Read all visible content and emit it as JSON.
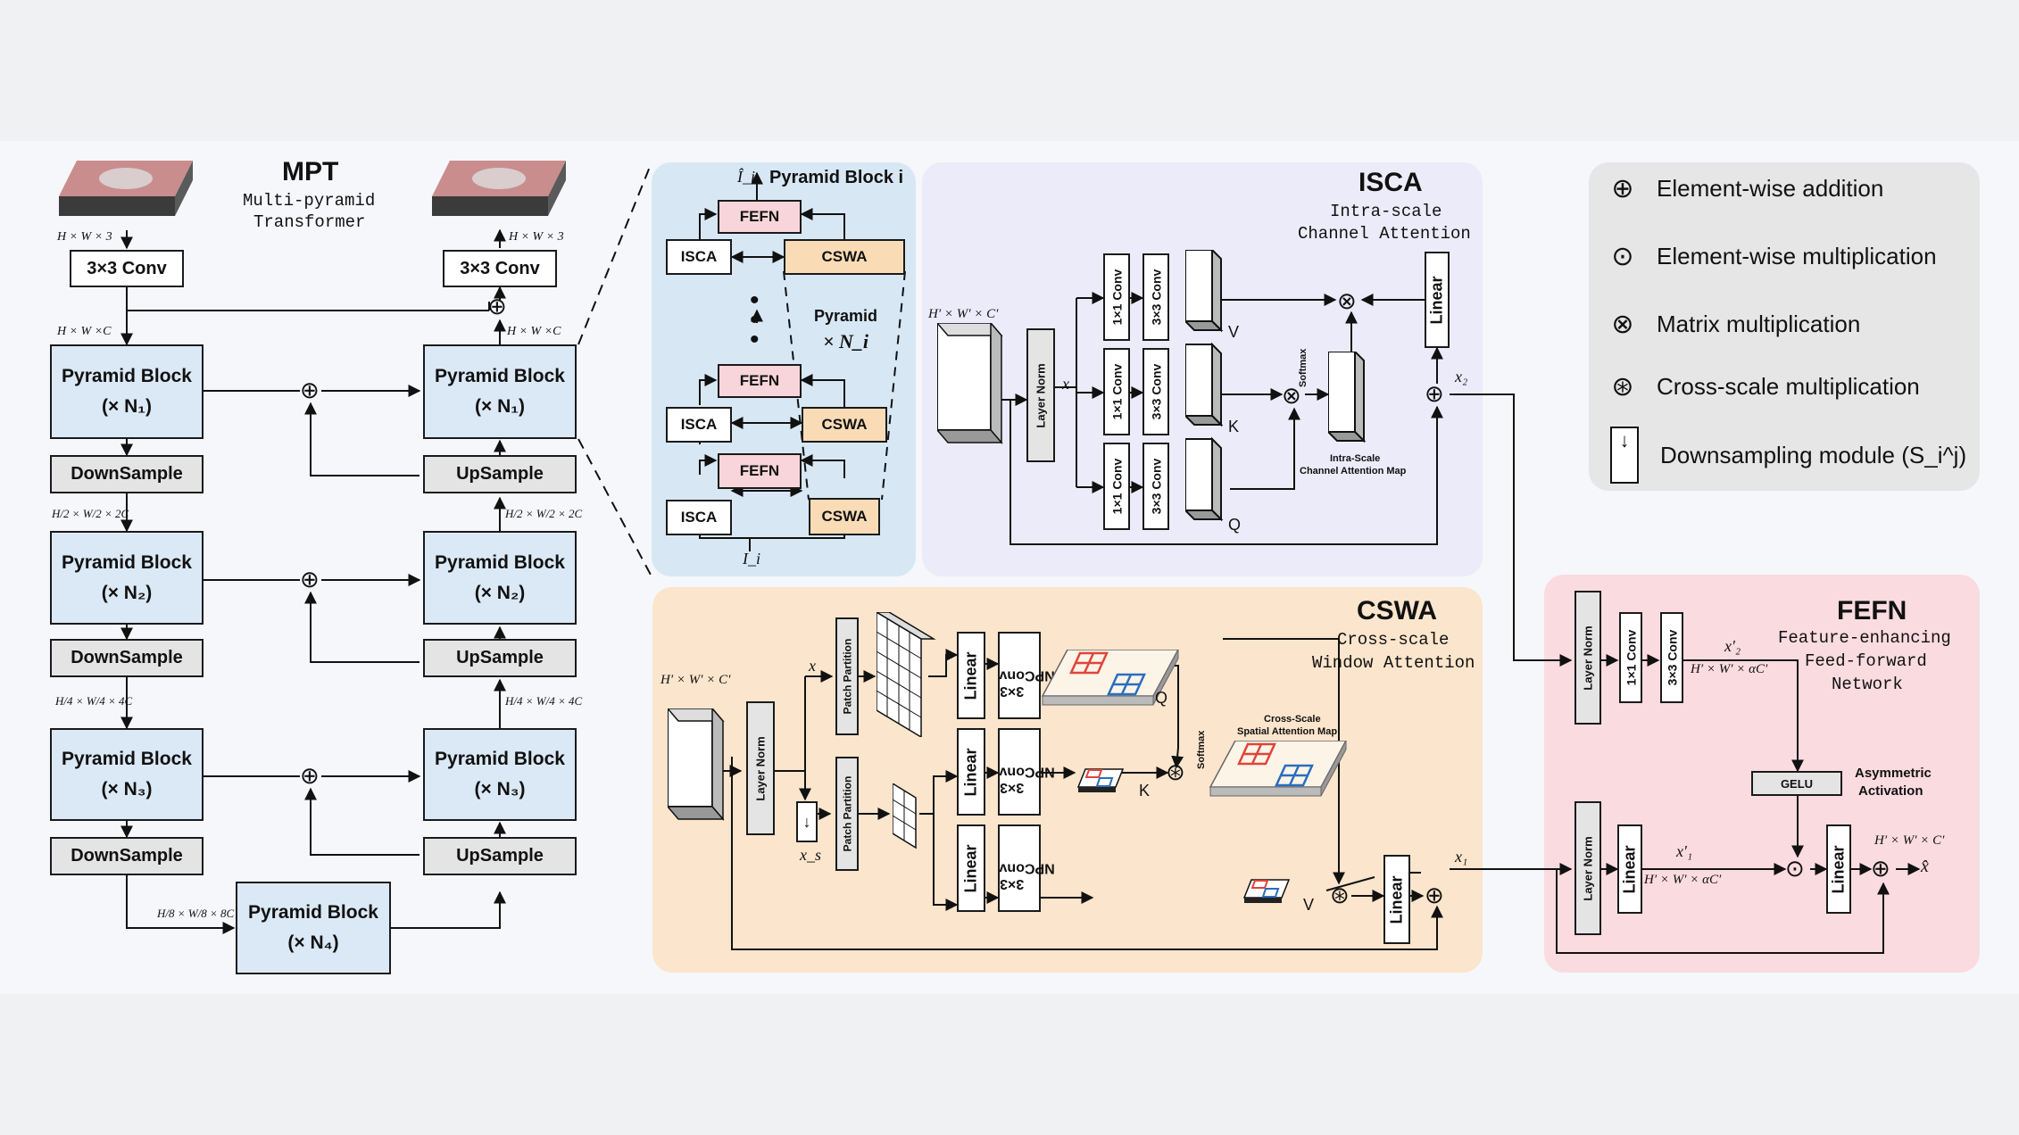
{
  "mpt": {
    "title": "MPT",
    "subtitle_line1": "Multi-pyramid",
    "subtitle_line2": "Transformer",
    "conv_in": "3×3 Conv",
    "conv_out": "3×3 Conv",
    "dim_in": "H × W × 3",
    "dim_out": "H × W × 3",
    "dim_c_left": "H × W ×C",
    "dim_c_right": "H × W ×C",
    "pyramid_label": "Pyramid Block",
    "n1": "(× N₁)",
    "n2": "(× N₂)",
    "n3": "(× N₃)",
    "n4": "(× N₄)",
    "downsample": "DownSample",
    "upsample": "UpSample",
    "dim_2c": "H/2 × W/2 × 2C",
    "dim_4c": "H/4 × W/4 × 4C",
    "dim_8c": "H/8 × W/8 × 8C"
  },
  "pyramid_block": {
    "title": "Pyramid Block i",
    "output": "Î_i",
    "input": "I_i",
    "fefn": "FEFN",
    "isca": "ISCA",
    "cswa": "CSWA",
    "pyramid": "Pyramid",
    "times_n": "× N_i"
  },
  "isca": {
    "title": "ISCA",
    "subtitle_line1": "Intra-scale",
    "subtitle_line2": "Channel Attention",
    "dim": "H′ × W′ × C′",
    "layer_norm": "Layer Norm",
    "x": "x",
    "conv1": "1×1 Conv",
    "conv3": "3×3 Conv",
    "v": "V",
    "k": "K",
    "q": "Q",
    "softmax": "Softmax",
    "map_line1": "Intra-Scale",
    "map_line2": "Channel Attention Map",
    "linear": "Linear",
    "x2": "x₂"
  },
  "cswa": {
    "title": "CSWA",
    "subtitle_line1": "Cross-scale",
    "subtitle_line2": "Window Attention",
    "dim": "H′ × W′ × C′",
    "layer_norm": "Layer Norm",
    "patch_partition": "Patch Partition",
    "linear": "Linear",
    "npconv_line1": "3×3",
    "npconv_line2": "NPConv",
    "x": "x",
    "xs": "x_s",
    "q": "Q",
    "k": "K",
    "v": "V",
    "softmax": "Softmax",
    "map_line1": "Cross-Scale",
    "map_line2": "Spatial Attention Map",
    "x1": "x₁"
  },
  "fefn": {
    "title": "FEFN",
    "subtitle_line1": "Feature-enhancing",
    "subtitle_line2": "Feed-forward",
    "subtitle_line3": "Network",
    "layer_norm": "Layer Norm",
    "conv1": "1×1 Conv",
    "conv3": "3×3 Conv",
    "linear": "Linear",
    "gelu": "GELU",
    "asym_line1": "Asymmetric",
    "asym_line2": "Activation",
    "x2p": "x′₂",
    "x1p": "x′₁",
    "dim_alpha_top": "H′ × W′ × αC′",
    "dim_alpha_bottom": "H′ × W′ × αC′",
    "dim_out": "H′ × W′ × C′",
    "xhat": "x̂"
  },
  "legend": {
    "add": "Element-wise addition",
    "mul": "Element-wise multiplication",
    "matmul": "Matrix multiplication",
    "cross": "Cross-scale multiplication",
    "down": "Downsampling module (S_i^j)"
  },
  "colors": {
    "background": "#f5f7fa",
    "pyramid_panel": "#d8e7f4",
    "isca_panel": "#ecebf9",
    "cswa_panel": "#fbe5cc",
    "fefn_panel": "#fadbe0",
    "legend_panel": "#e6e6e6",
    "block_blue": "#dbe9f6",
    "grid_red": "#e0443a",
    "grid_blue": "#2a6ebd"
  }
}
